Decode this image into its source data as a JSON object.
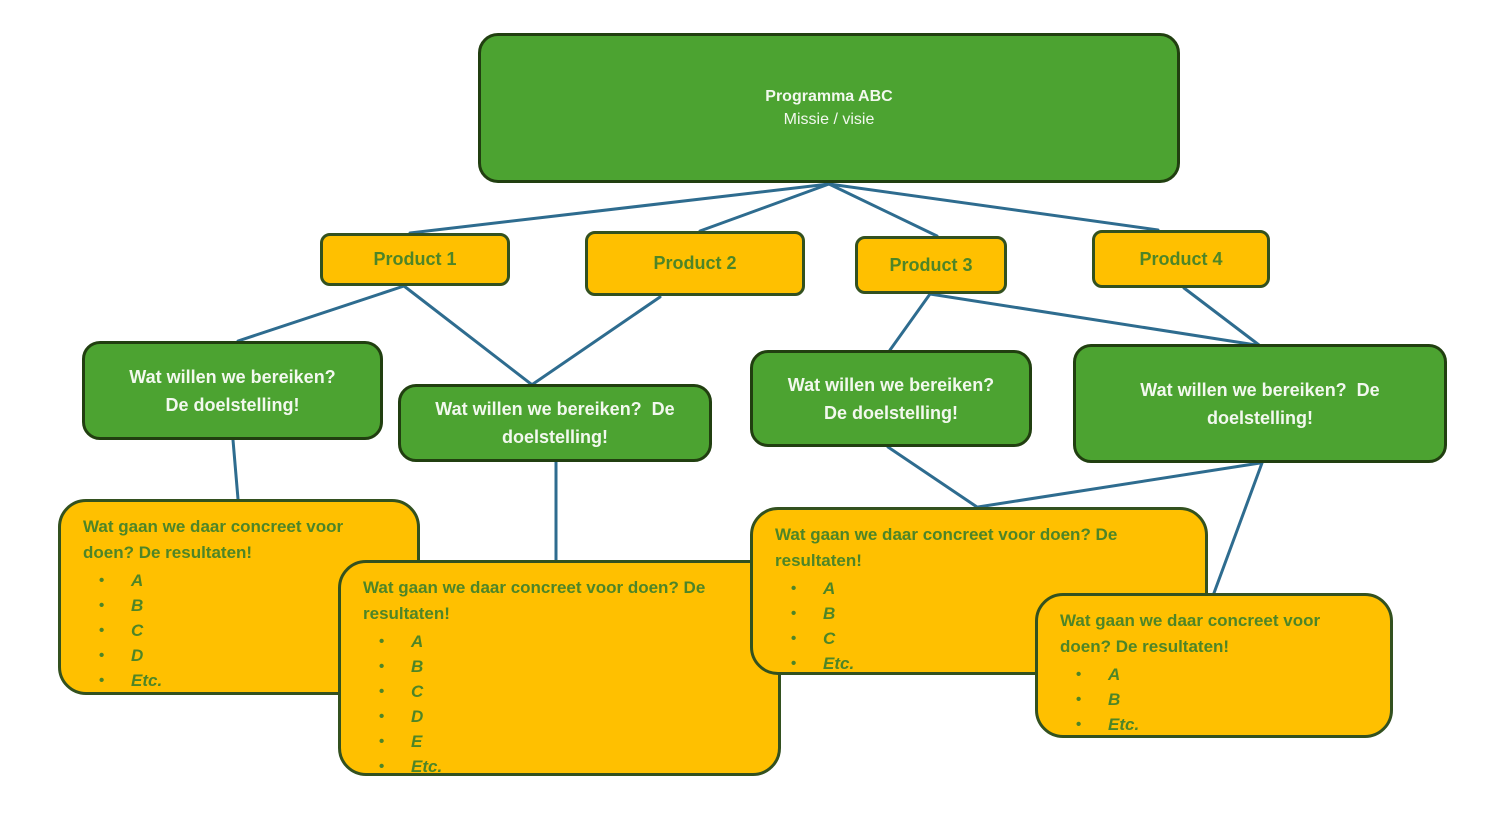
{
  "diagram": {
    "program": {
      "title": "Programma ABC",
      "subtitle": "Missie / visie"
    },
    "products": [
      {
        "id": "product-1",
        "label": "Product 1"
      },
      {
        "id": "product-2",
        "label": "Product 2"
      },
      {
        "id": "product-3",
        "label": "Product 3"
      },
      {
        "id": "product-4",
        "label": "Product 4"
      }
    ],
    "goals": [
      {
        "id": "goal-1",
        "line1": "Wat willen we bereiken?",
        "line2": "De doelstelling!"
      },
      {
        "id": "goal-2",
        "line1": "Wat willen we bereiken?  De",
        "line2": "doelstelling!"
      },
      {
        "id": "goal-3",
        "line1": "Wat willen we bereiken?",
        "line2": "De doelstelling!"
      },
      {
        "id": "goal-4",
        "line1": "Wat willen we bereiken?  De",
        "line2": "doelstelling!"
      }
    ],
    "results": [
      {
        "id": "result-1",
        "heading": "Wat gaan we daar concreet voor doen? De resultaten!",
        "items": [
          "A",
          "B",
          "C",
          "D",
          "Etc."
        ]
      },
      {
        "id": "result-2",
        "heading": "Wat gaan we daar concreet voor doen? De resultaten!",
        "items": [
          "A",
          "B",
          "C",
          "D",
          "E",
          "Etc."
        ]
      },
      {
        "id": "result-3",
        "heading": "Wat gaan we daar concreet voor doen? De resultaten!",
        "items": [
          "A",
          "B",
          "C",
          "Etc."
        ]
      },
      {
        "id": "result-4",
        "heading": "Wat gaan we daar concreet voor doen? De resultaten!",
        "items": [
          "A",
          "B",
          "Etc."
        ]
      }
    ],
    "edges": [
      {
        "from": "program",
        "to": "product-1"
      },
      {
        "from": "program",
        "to": "product-2"
      },
      {
        "from": "program",
        "to": "product-3"
      },
      {
        "from": "program",
        "to": "product-4"
      },
      {
        "from": "product-1",
        "to": "goal-1"
      },
      {
        "from": "product-1",
        "to": "goal-2"
      },
      {
        "from": "product-2",
        "to": "goal-2"
      },
      {
        "from": "product-3",
        "to": "goal-3"
      },
      {
        "from": "product-3",
        "to": "goal-4"
      },
      {
        "from": "product-4",
        "to": "goal-4"
      },
      {
        "from": "goal-1",
        "to": "result-1"
      },
      {
        "from": "goal-2",
        "to": "result-2"
      },
      {
        "from": "goal-3",
        "to": "result-3"
      },
      {
        "from": "goal-4",
        "to": "result-3"
      },
      {
        "from": "goal-4",
        "to": "result-4"
      }
    ]
  },
  "colors": {
    "green_fill": "#4CA331",
    "green_border": "#213F10",
    "green_text": "#F2F8EE",
    "yellow_fill": "#FFC000",
    "yellow_border": "#33511F",
    "yellow_text_green": "#4E8527",
    "connector": "#2E6C8F",
    "background": "#FFFFFF"
  }
}
